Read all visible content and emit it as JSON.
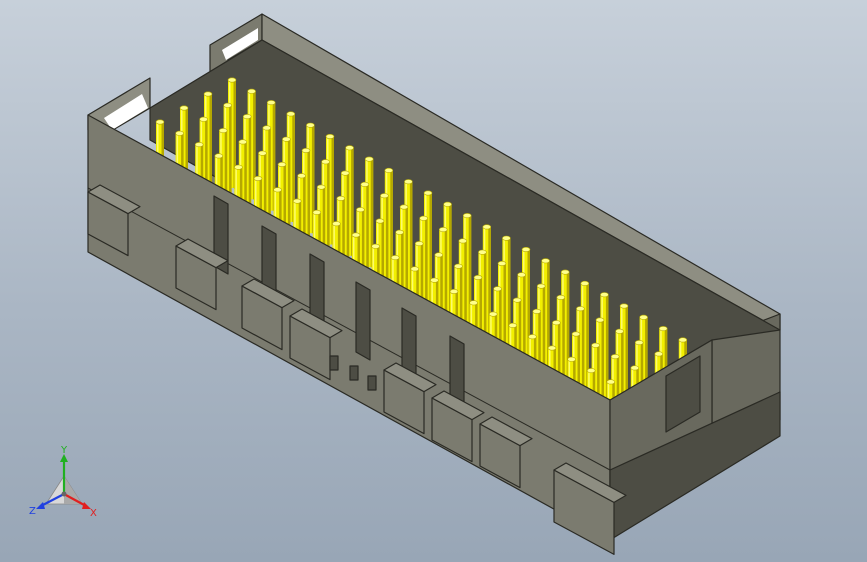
{
  "colors": {
    "background_top": "#c7d0da",
    "background_bottom": "#98a6b6",
    "housing_top": "#8e8e82",
    "housing_front": "#7b7b6f",
    "housing_side": "#69695e",
    "housing_dark": "#4d4d44",
    "edge": "#2a2a24",
    "pin": "#f2ef00",
    "pin_shade": "#b5a800",
    "pin_highlight": "#ffff8a",
    "axis_x": "#e02020",
    "axis_y": "#20b020",
    "axis_z": "#2040e0"
  },
  "triad": {
    "x_label": "X",
    "y_label": "Y",
    "z_label": "Z"
  },
  "model": {
    "pin_columns": 25,
    "pin_rows": 4
  }
}
